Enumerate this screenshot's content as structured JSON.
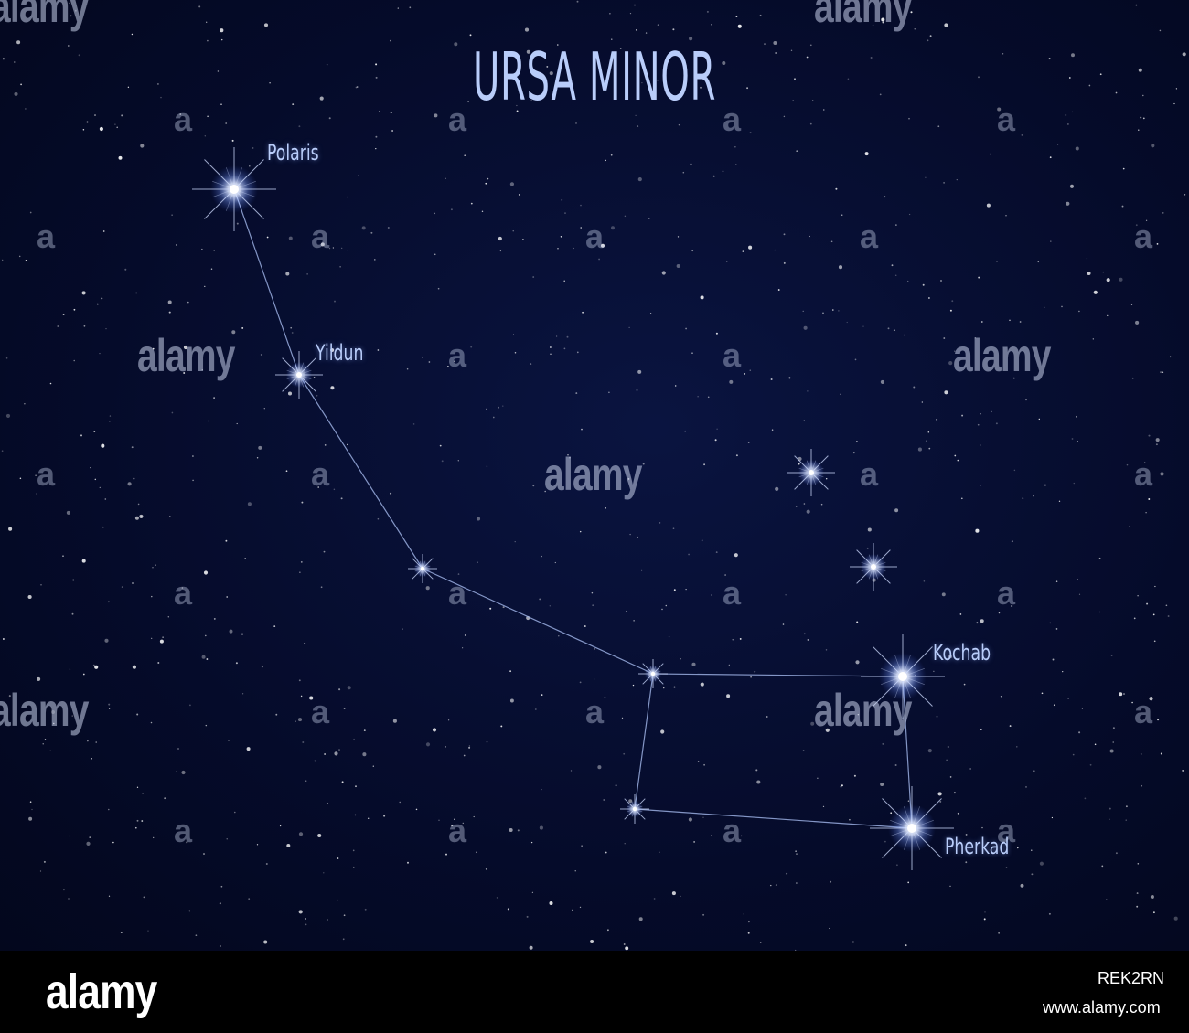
{
  "title": "URSA MINOR",
  "stars": {
    "polaris": "Polaris",
    "yildun": "Yildun",
    "kochab": "Kochab",
    "pherkad": "Pherkad"
  },
  "watermark": {
    "text": "alamy",
    "glyph": "a"
  },
  "footer": {
    "logo": "alamy",
    "image_id": "REK2RN",
    "url": "www.alamy.com"
  },
  "colors": {
    "sky": "#050b2a",
    "label": "#b9cdfa",
    "constellation_line": "#9aaee0",
    "footer_bg": "#000000"
  }
}
